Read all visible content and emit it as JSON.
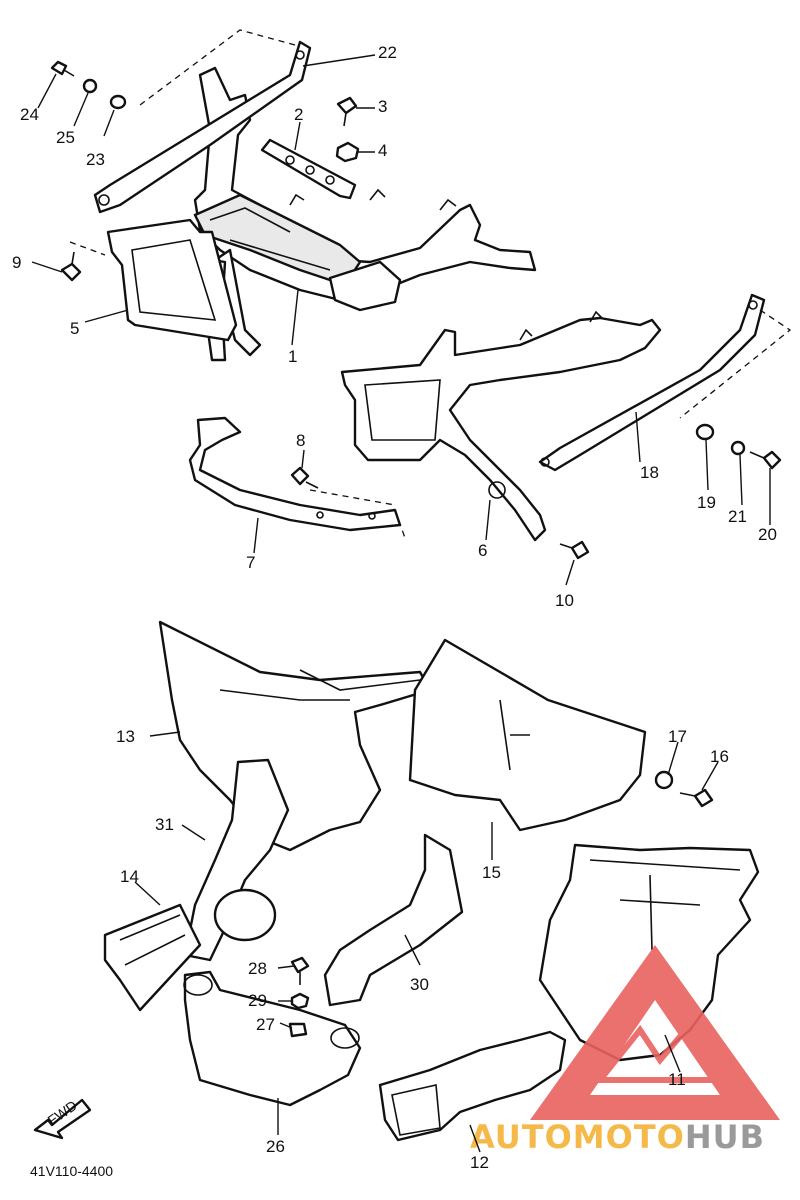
{
  "diagram": {
    "part_code": "41V110-4400",
    "forward_label": "FWD",
    "callouts": [
      "1",
      "2",
      "3",
      "4",
      "5",
      "6",
      "7",
      "8",
      "9",
      "10",
      "11",
      "12",
      "13",
      "14",
      "15",
      "16",
      "17",
      "18",
      "19",
      "20",
      "21",
      "22",
      "23",
      "24",
      "25",
      "26",
      "27",
      "28",
      "29",
      "30",
      "31"
    ]
  },
  "watermark": {
    "text_a": "AUTOMOTO",
    "text_b": "HUB",
    "color_a": "#f5b94a",
    "color_b": "#9a9a9a",
    "logo_color": "#e8625e"
  }
}
